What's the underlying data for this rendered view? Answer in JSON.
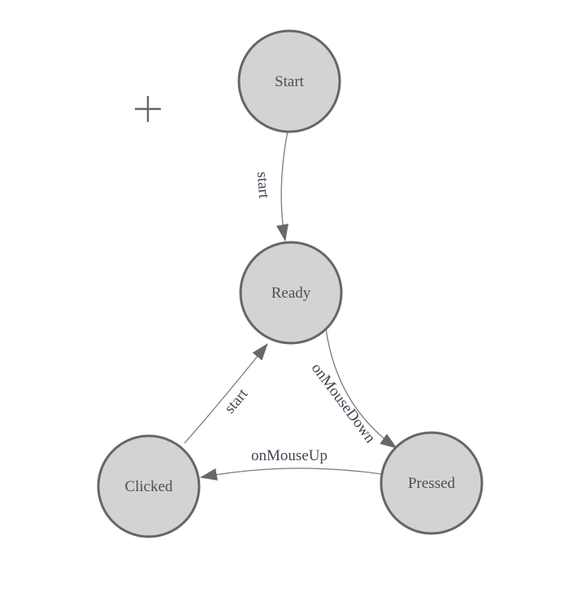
{
  "canvas": {
    "background": "#ffffff",
    "cursor_icon": "crosshair-plus-icon"
  },
  "diagram": {
    "type": "state-machine",
    "nodes": [
      {
        "id": "start",
        "label": "Start"
      },
      {
        "id": "ready",
        "label": "Ready"
      },
      {
        "id": "clicked",
        "label": "Clicked"
      },
      {
        "id": "pressed",
        "label": "Pressed"
      }
    ],
    "edges": [
      {
        "from": "start",
        "to": "ready",
        "label": "start"
      },
      {
        "from": "ready",
        "to": "pressed",
        "label": "onMouseDown"
      },
      {
        "from": "pressed",
        "to": "clicked",
        "label": "onMouseUp"
      },
      {
        "from": "clicked",
        "to": "ready",
        "label": "start"
      }
    ],
    "colors": {
      "node_fill": "#d3d3d3",
      "node_stroke": "#666666",
      "node_label": "#4f4f52",
      "edge_stroke": "#7b7b7b",
      "arrow_fill": "#686868",
      "edge_label": "#414650",
      "cursor": "#666666"
    }
  }
}
